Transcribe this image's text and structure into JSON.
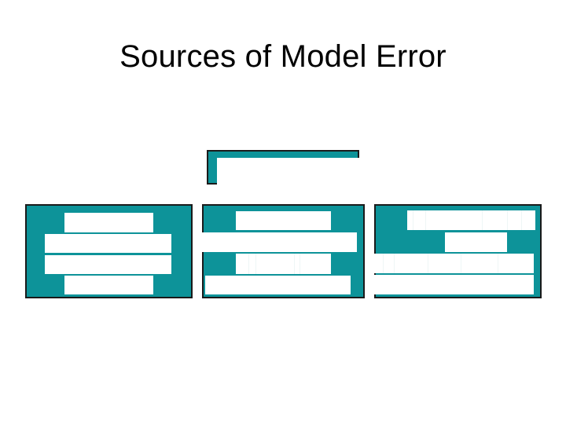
{
  "slide": {
    "title": "Sources of Model Error",
    "background_color": "#ffffff",
    "title_color": "#000000"
  },
  "theme": {
    "node_fill": "#0d9399",
    "node_border": "#1a1a1a",
    "redaction_fill": "#ffffff",
    "segment_divider": "#eef6f6"
  },
  "diagram": {
    "type": "hierarchy",
    "name": "sources-of-model-error-hierarchy",
    "top_node": {
      "id": "top",
      "label": "",
      "redacted": true,
      "lines": [
        {
          "width_pct": 100,
          "segments": [
            100
          ]
        }
      ]
    },
    "child_nodes": [
      {
        "id": "child-1",
        "label": "",
        "redacted": true,
        "lines": [
          {
            "width_pct": 54,
            "left_pct": 23,
            "segments": [
              100
            ]
          },
          {
            "width_pct": 77,
            "left_pct": 11,
            "segments": [
              100
            ]
          },
          {
            "width_pct": 77,
            "left_pct": 11,
            "segments": [
              100
            ]
          },
          {
            "width_pct": 54,
            "left_pct": 23,
            "segments": [
              100
            ]
          }
        ]
      },
      {
        "id": "child-2",
        "label": "",
        "redacted": true,
        "lines": [
          {
            "width_pct": 60,
            "left_pct": 20,
            "segments": [
              100
            ]
          },
          {
            "width_pct": 95,
            "left_pct": 3,
            "segments": [
              100
            ]
          },
          {
            "width_pct": 60,
            "left_pct": 20,
            "segments": [
              14,
              8,
              40,
              6,
              32
            ]
          },
          {
            "width_pct": 91,
            "left_pct": 5,
            "segments": [
              100
            ]
          }
        ]
      },
      {
        "id": "child-3",
        "label": "",
        "redacted": true,
        "lines": [
          {
            "width_pct": 78,
            "left_pct": 19,
            "segments": [
              5,
              10,
              44,
              20,
              11,
              10
            ]
          },
          {
            "width_pct": 38,
            "left_pct": 42,
            "segments": [
              100
            ]
          },
          {
            "width_pct": 100,
            "left_pct": 0,
            "segments": [
              6,
              7,
              21,
              21,
              23,
              22
            ]
          },
          {
            "width_pct": 98,
            "left_pct": 1,
            "segments": [
              100
            ]
          }
        ]
      }
    ]
  }
}
